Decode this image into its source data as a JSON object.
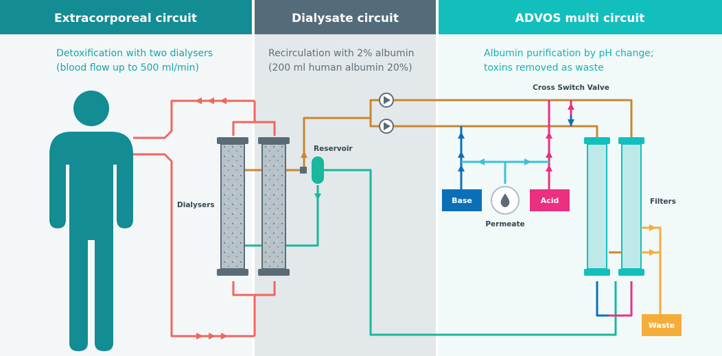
{
  "panels": {
    "extracorporeal": {
      "title": "Extracorporeal circuit",
      "line1": "Detoxification with two dialysers",
      "line2": "(blood flow up to 500 ml/min)"
    },
    "dialysate": {
      "title": "Dialysate circuit",
      "line1": "Recirculation with 2% albumin",
      "line2": "(200 ml human albumin 20%)"
    },
    "advos": {
      "title": "ADVOS multi circuit",
      "line1": "Albumin purification by pH change;",
      "line2": "toxins removed as waste"
    }
  },
  "labels": {
    "dialysers": "Dialysers",
    "reservoir": "Reservoir",
    "cross_switch_valve": "Cross Switch Valve",
    "base": "Base",
    "acid": "Acid",
    "permeate": "Permeate",
    "filters": "Filters",
    "waste": "Waste"
  },
  "colors": {
    "extracorporeal_header": "#138c94",
    "dialysate_header": "#546b7a",
    "advos_header": "#13bfbd",
    "blood_line": "#f0655d",
    "dialysate_line": "#c8872e",
    "albumin_line": "#19b79b",
    "base": "#0b6fb8",
    "acid": "#ec2f7f",
    "permeate_line": "#37c2d8",
    "waste": "#f5ad3a"
  },
  "icons": [
    "person-icon",
    "pump-icon",
    "droplet-icon",
    "arrow-icon"
  ]
}
